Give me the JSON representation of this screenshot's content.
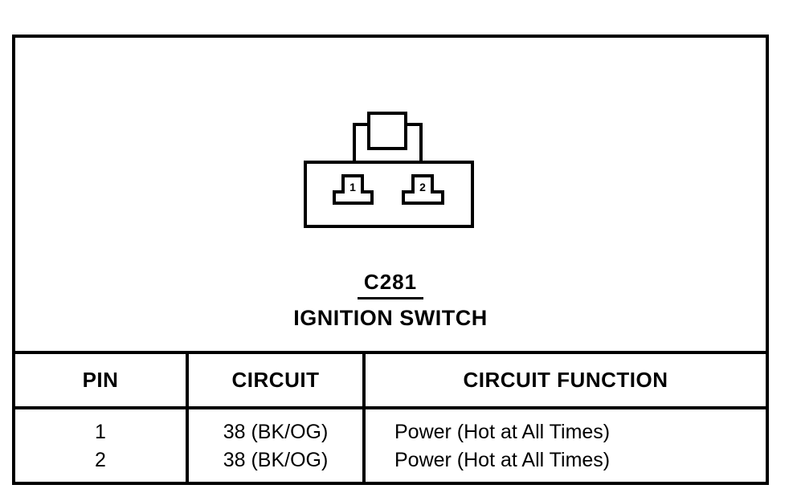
{
  "page": {
    "paper_color": "#ffffff",
    "ink_color": "#000000"
  },
  "connector": {
    "code": "C281",
    "title": "IGNITION SWITCH",
    "pins": [
      {
        "number": "1"
      },
      {
        "number": "2"
      }
    ]
  },
  "table": {
    "headers": [
      "PIN",
      "CIRCUIT",
      "CIRCUIT FUNCTION"
    ],
    "rows": [
      {
        "pin": "1",
        "circuit": "38 (BK/OG)",
        "function": "Power (Hot at All Times)"
      },
      {
        "pin": "2",
        "circuit": "38 (BK/OG)",
        "function": "Power (Hot at All Times)"
      }
    ]
  }
}
